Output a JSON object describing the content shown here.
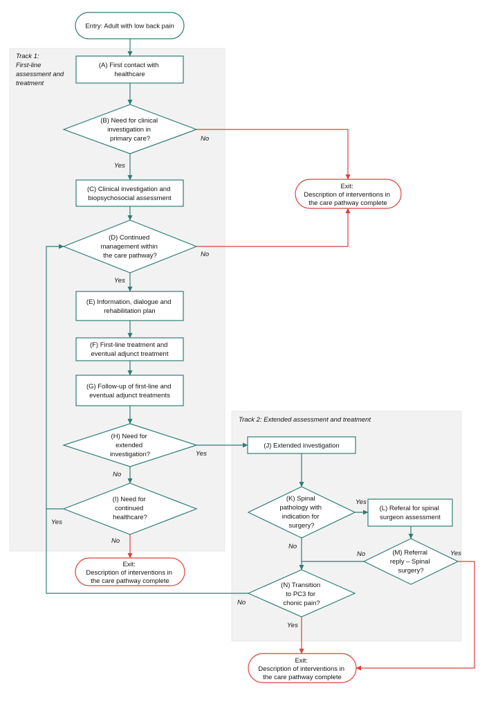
{
  "track1": {
    "lines": [
      "Track 1:",
      "First-line",
      "assessment and",
      "treatment"
    ]
  },
  "track2": {
    "label": "Track 2: Extended assessment and treatment"
  },
  "colors": {
    "teal": "#2e7d74",
    "red": "#d9413a",
    "trackBg": "#f2f2f2"
  },
  "nodes": {
    "entry": {
      "lines": [
        "Entry: Adult with low back pain"
      ]
    },
    "A": {
      "lines": [
        "(A) First contact with",
        "healthcare"
      ]
    },
    "B": {
      "lines": [
        "(B) Need for clinical",
        "investigation in",
        "primary care?"
      ]
    },
    "C": {
      "lines": [
        "(C) Clinical investigation and",
        "biopsychosocial assessment"
      ]
    },
    "D": {
      "lines": [
        "(D) Continued",
        "management within",
        "the care pathway?"
      ]
    },
    "E": {
      "lines": [
        "(E) Information, dialogue and",
        "rehabilitation plan"
      ]
    },
    "F": {
      "lines": [
        "(F) First-line treatment and",
        "eventual adjunct treatment"
      ]
    },
    "G": {
      "lines": [
        "(G) Follow-up of first-line and",
        "eventual adjunct treatments"
      ]
    },
    "H": {
      "lines": [
        "(H) Need for",
        "extended",
        "investigation?"
      ]
    },
    "I": {
      "lines": [
        "(I) Need for",
        "continued",
        "healthcare?"
      ]
    },
    "J": {
      "lines": [
        "(J) Extended investigation"
      ]
    },
    "K": {
      "lines": [
        "(K)  Spinal",
        "pathology with",
        "indication for",
        "surgery?"
      ]
    },
    "L": {
      "lines": [
        "(L) Referal for spinal",
        "surgeon assessment"
      ]
    },
    "M": {
      "lines": [
        "(M) Referral",
        "reply – Spinal",
        "surgery?"
      ]
    },
    "N": {
      "lines": [
        "(N) Transition",
        "to PC3 for",
        "chonic pain?"
      ]
    },
    "exit1": {
      "lines": [
        "Exit:",
        "Description of interventions in",
        "the care pathway complete"
      ]
    },
    "exit2": {
      "lines": [
        "Exit:",
        "Description of interventions in",
        "the care pathway complete"
      ]
    },
    "exit3": {
      "lines": [
        "Exit:",
        "Description of interventions in",
        "the care pathway complete"
      ]
    }
  },
  "edgeLabels": {
    "B_no": "No",
    "B_yes": "Yes",
    "D_no": "No",
    "D_yes": "Yes",
    "H_yes": "Yes",
    "H_no": "No",
    "I_yes": "Yes",
    "I_no": "No",
    "K_yes": "Yes",
    "K_no": "No",
    "M_no": "No",
    "M_yes": "Yes",
    "N_no": "No",
    "N_yes": "Yes"
  }
}
